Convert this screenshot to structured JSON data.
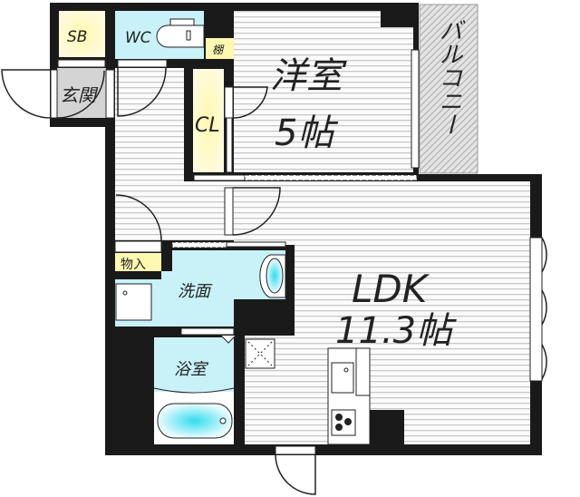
{
  "floorplan": {
    "rooms": {
      "sb": "SB",
      "wc": "WC",
      "shelf": "棚",
      "entrance": "玄関",
      "closet": "CL",
      "western_room": "洋室",
      "western_room_size": "5帖",
      "balcony": "バルコニー",
      "ldk": "LDK",
      "ldk_size": "11.3帖",
      "storage": "物入",
      "washroom": "洗面",
      "bathroom": "浴室"
    },
    "colors": {
      "wall": "#1a1a1a",
      "storage_yellow": "#fff8b0",
      "wet_cyan": "#c8f2f8",
      "entrance_grey": "#d4d4d4",
      "floor_stripe": "#c8c8c8",
      "fixture_blue": "#33ddee"
    }
  }
}
